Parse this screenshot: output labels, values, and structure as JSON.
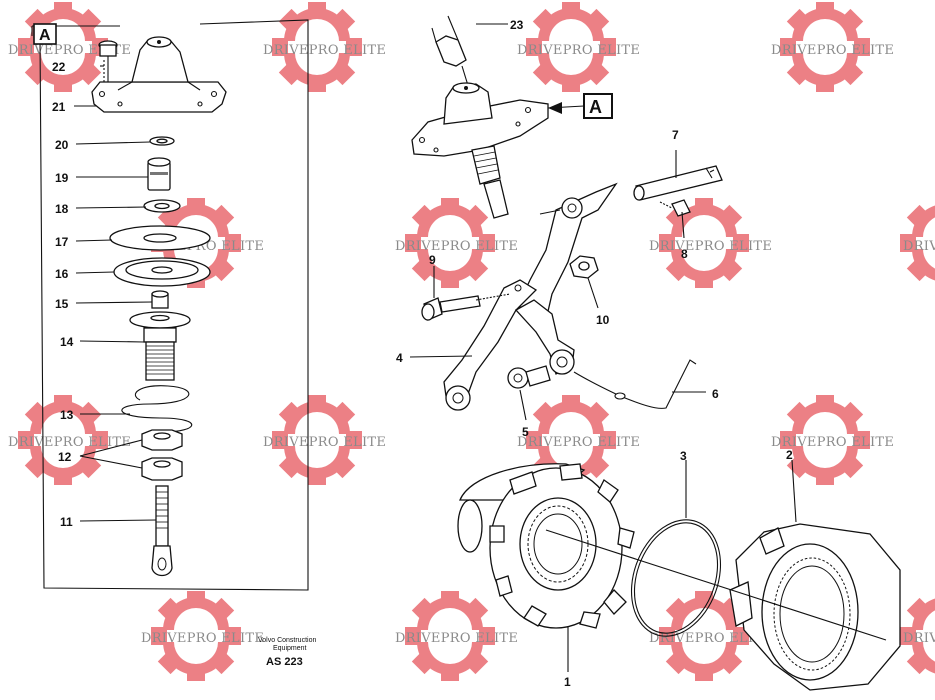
{
  "watermark": {
    "text": "DRIVEPRO ELITE",
    "color": "#e6565d"
  },
  "detail_label": "A",
  "callouts": {
    "c1": "1",
    "c2": "2",
    "c3": "3",
    "c4": "4",
    "c5": "5",
    "c6": "6",
    "c7": "7",
    "c8": "8",
    "c9": "9",
    "c10": "10",
    "c11": "11",
    "c12": "12",
    "c13": "13",
    "c14": "14",
    "c15": "15",
    "c16": "16",
    "c17": "17",
    "c18": "18",
    "c19": "19",
    "c20": "20",
    "c21": "21",
    "c22": "22",
    "c23": "23"
  },
  "caption": {
    "line1": "Volvo Construction",
    "line2": "Equipment",
    "code": "AS 223"
  }
}
